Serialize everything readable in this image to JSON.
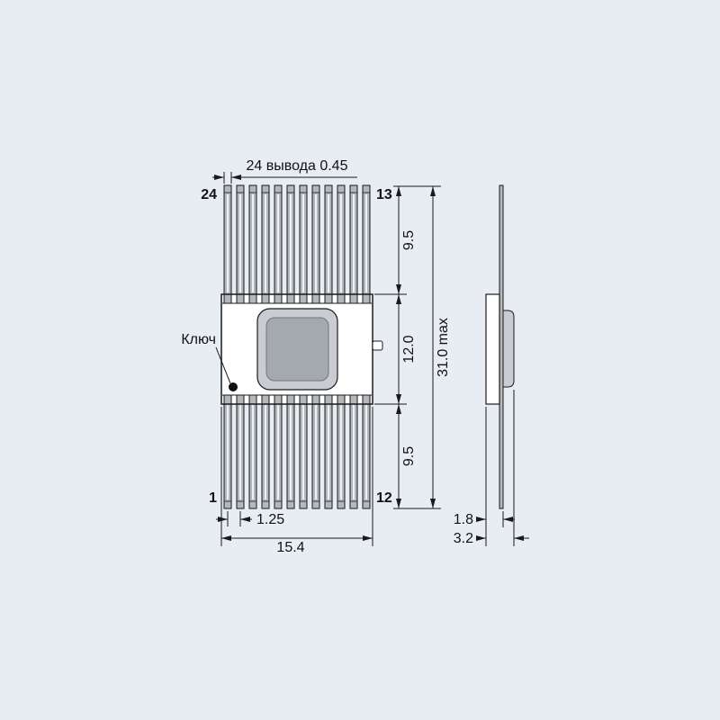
{
  "colors": {
    "background": "#e8edf4",
    "line": "#1a1a1a",
    "body_fill": "#ffffff",
    "pin_fill": "#b3b8bd",
    "pin_stripe": "#eef1f3",
    "lid_outer_fill": "#c9cdd2",
    "lid_inner_fill": "#a4a9ae",
    "key_dot": "#111111"
  },
  "drawing": {
    "pins_per_side": 12,
    "top_note": "24 вывода 0.45",
    "key_label": "Ключ",
    "pin_labels": {
      "top_left": "24",
      "top_right": "13",
      "bottom_left": "1",
      "bottom_right": "12"
    },
    "dimensions": {
      "top_pins_length": "9.5",
      "body_height": "12.0",
      "bottom_pins_length": "9.5",
      "overall_height": "31.0 max",
      "pin_pitch": "1.25",
      "body_width": "15.4",
      "body_thickness": "1.8",
      "overall_thickness": "3.2"
    }
  }
}
